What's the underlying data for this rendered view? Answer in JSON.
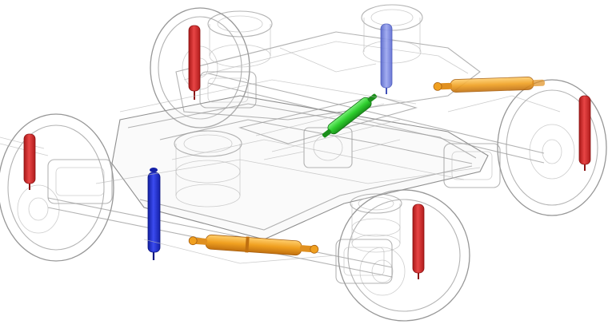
{
  "colors": {
    "background": "#ffffff",
    "wireframe": "#9a9a9a",
    "vertical_damper_red": "#d62a2a",
    "vertical_damper_blue": "#1f2fd0",
    "vertical_damper_blue_light": "#6f7ee0",
    "lateral_damper_green": "#2ecf2e",
    "yaw_damper_orange": "#f0a020"
  },
  "components": {
    "wheels": [
      "wheel-front-left",
      "wheel-front-right",
      "wheel-rear-left",
      "wheel-rear-right"
    ],
    "dampers": [
      {
        "id": "red-damper-top-left",
        "color": "vertical_damper_red"
      },
      {
        "id": "red-damper-left",
        "color": "vertical_damper_red"
      },
      {
        "id": "red-damper-right",
        "color": "vertical_damper_red"
      },
      {
        "id": "red-damper-bottom-right",
        "color": "vertical_damper_red"
      },
      {
        "id": "blue-damper-front",
        "color": "vertical_damper_blue"
      },
      {
        "id": "blue-damper-rear",
        "color": "vertical_damper_blue_light"
      },
      {
        "id": "green-damper-center",
        "color": "lateral_damper_green"
      },
      {
        "id": "orange-damper-front",
        "color": "yaw_damper_orange"
      },
      {
        "id": "orange-damper-rear",
        "color": "yaw_damper_orange"
      }
    ]
  }
}
